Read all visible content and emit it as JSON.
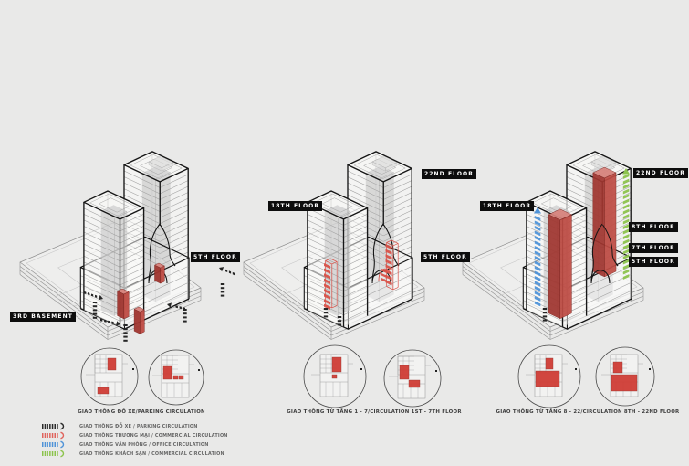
{
  "background": "#e9e9e8",
  "colors": {
    "ink": "#161616",
    "floorline": "#9f9f9f",
    "slabline": "#8f8f8f",
    "faint": "#c6c6c6",
    "coreFill": "#c4c4c4",
    "faceFill": "#fbfbfa",
    "red": "#c24742",
    "redTop": "#d8837c",
    "redLeft": "#a13630",
    "redRight": "#bf4c44",
    "redDash": "#d95249",
    "blue": "#4f93d8",
    "green": "#8cc34c",
    "black": "#262626",
    "labelBg": "#0d0d0d",
    "labelFg": "#ffffff",
    "captionText": "#3d3d3d",
    "legendText": "#666666",
    "planStroke": "#9a9a9a",
    "circleStroke": "#4a4a4a"
  },
  "panels": [
    {
      "caption": "GIAO THÔNG ĐỖ XE/PARKING CIRCULATION",
      "labels": [
        {
          "text": "5TH FLOOR"
        },
        {
          "text": "3RD BASEMENT"
        }
      ]
    },
    {
      "caption": "GIAO THÔNG TỪ TẦNG 1 - 7/CIRCULATION 1ST - 7TH FLOOR",
      "labels": [
        {
          "text": "18TH FLOOR"
        },
        {
          "text": "22ND FLOOR"
        },
        {
          "text": "5TH FLOOR"
        }
      ]
    },
    {
      "caption": "GIAO THÔNG TỪ TẦNG 8 - 22/CIRCULATION 8TH - 22ND FLOOR",
      "labels": [
        {
          "text": "18TH FLOOR"
        },
        {
          "text": "22ND FLOOR"
        },
        {
          "text": "8TH FLOOR"
        },
        {
          "text": "7TH FLOOR"
        },
        {
          "text": "5TH FLOOR"
        }
      ]
    }
  ],
  "legend": {
    "items": [
      {
        "label": "GIAO THÔNG ĐỖ XE / PARKING CIRCULATION",
        "color": "#2a2a2a"
      },
      {
        "label": "GIAO THÔNG THƯƠNG MẠI / COMMERCIAL CIRCULATION",
        "color": "#e0635c"
      },
      {
        "label": "GIAO THÔNG VĂN PHÒNG / OFFICE CIRCULATION",
        "color": "#4f93d8"
      },
      {
        "label": "GIAO THÔNG KHÁCH SẠN / COMMERCIAL CIRCULATION",
        "color": "#8cc34c"
      }
    ]
  }
}
